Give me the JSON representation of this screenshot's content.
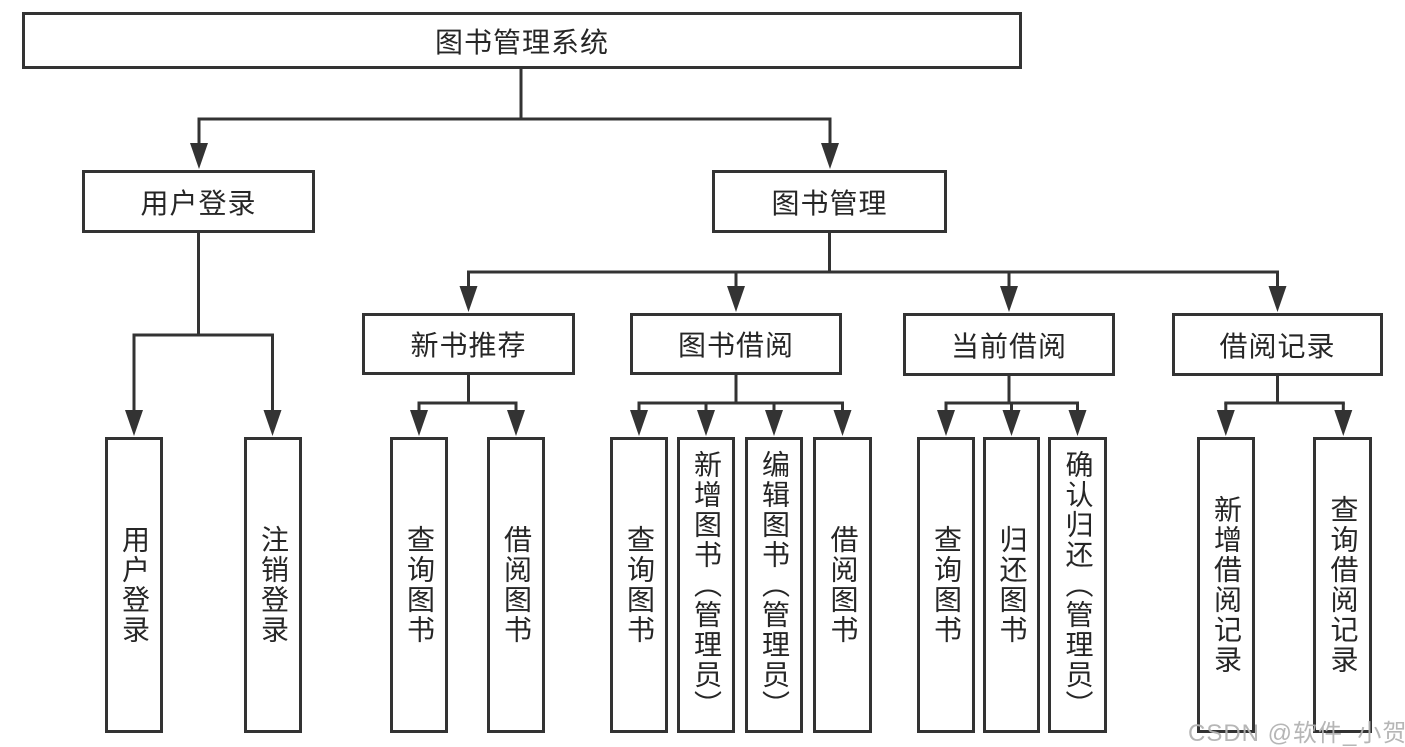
{
  "diagram": {
    "root": {
      "label": "图书管理系统"
    },
    "branches": [
      {
        "label": "用户登录",
        "children": [
          "用户登录",
          "注销登录"
        ]
      },
      {
        "label": "图书管理",
        "children": [
          {
            "label": "新书推荐",
            "children": [
              "查询图书",
              "借阅图书"
            ]
          },
          {
            "label": "图书借阅",
            "children": [
              "查询图书",
              "新增图书（管理员）",
              "编辑图书（管理员）",
              "借阅图书"
            ]
          },
          {
            "label": "当前借阅",
            "children": [
              "查询图书",
              "归还图书",
              "确认归还（管理员）"
            ]
          },
          {
            "label": "借阅记录",
            "children": [
              "新增借阅记录",
              "查询借阅记录"
            ]
          }
        ]
      }
    ]
  },
  "watermark": {
    "text": "CSDN @软件_小贺同学"
  },
  "colors": {
    "line": "#333333",
    "text": "#262626",
    "background": "#ffffff",
    "watermark": "#b2b2b2"
  }
}
